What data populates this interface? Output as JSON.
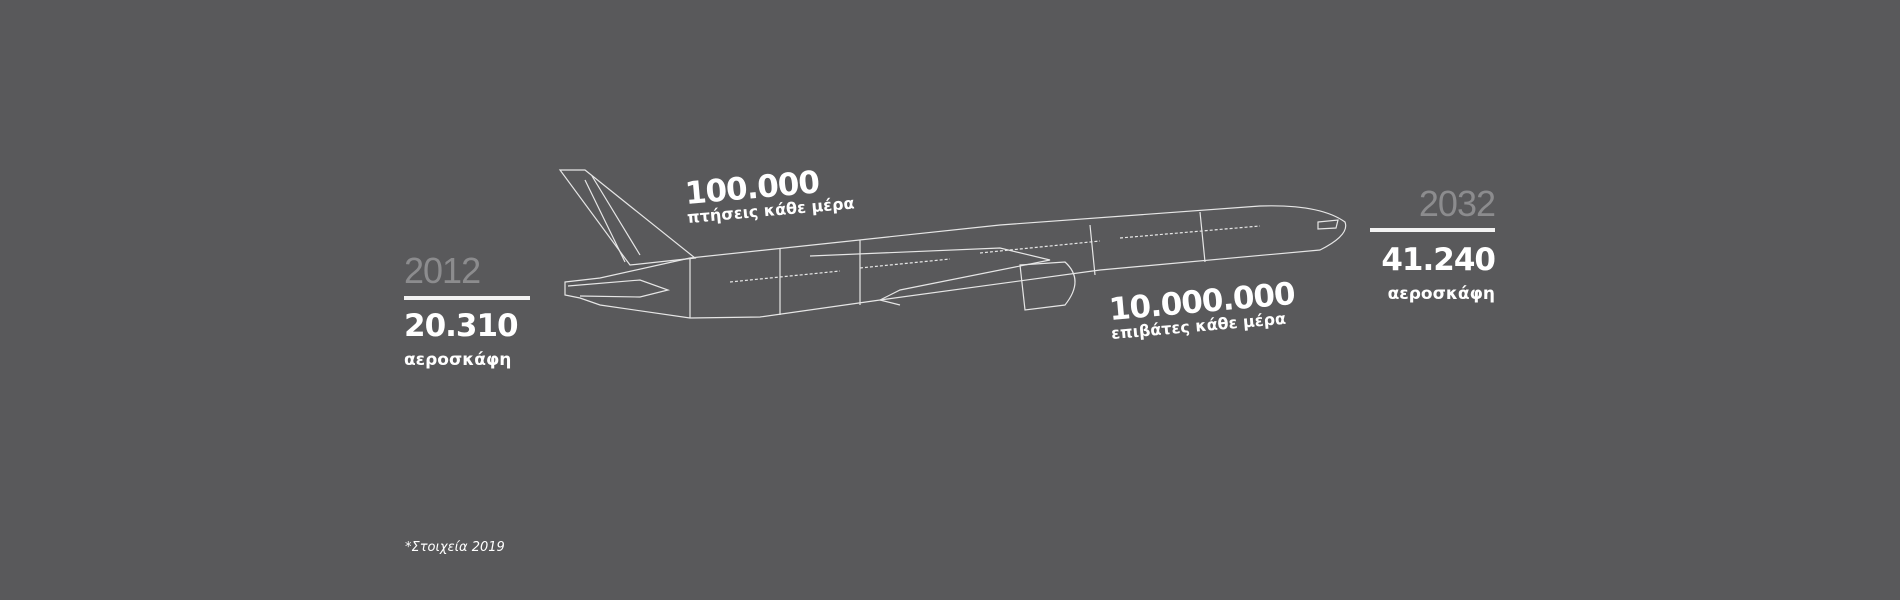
{
  "left": {
    "year": "2012",
    "value": "20.310",
    "label": "αεροσκάφη"
  },
  "right": {
    "year": "2032",
    "value": "41.240",
    "label": "αεροσκάφη"
  },
  "flights": {
    "value": "100.000",
    "label": "πτήσεις κάθε μέρα"
  },
  "passengers": {
    "value": "10.000.000",
    "label": "επιβάτες κάθε μέρα"
  },
  "footnote": "*Στοιχεία 2019"
}
